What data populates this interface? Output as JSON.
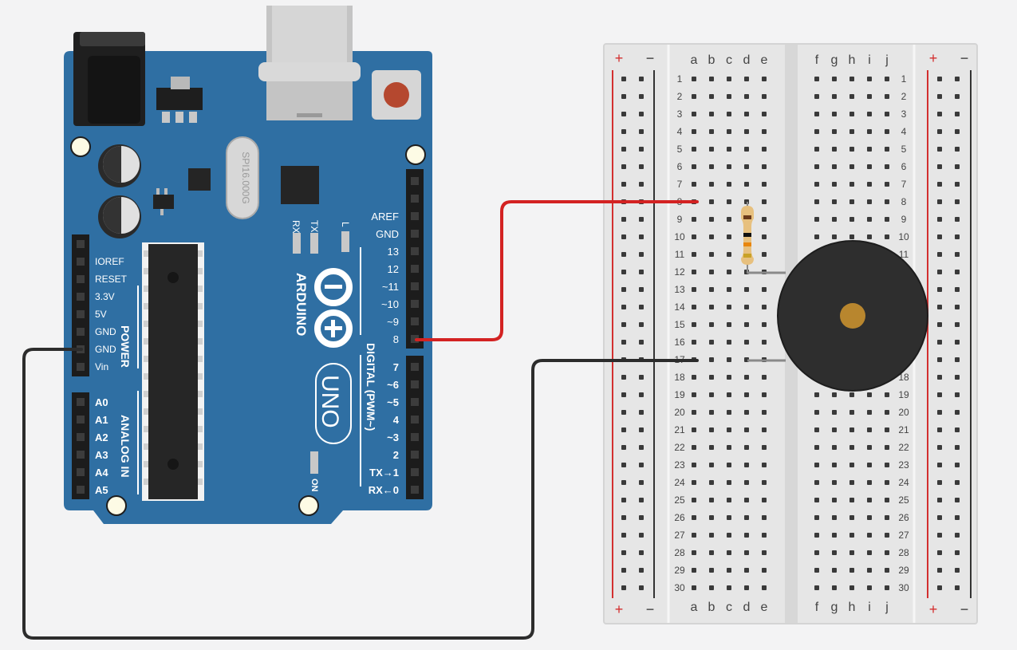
{
  "arduino": {
    "brand": "ARDUINO",
    "model": "UNO",
    "crystal": "SPI16.000G",
    "power_label": "POWER",
    "analog_label": "ANALOG IN",
    "digital_label": "DIGITAL (PWM~)",
    "led_rx": "RX",
    "led_tx": "TX",
    "led_l": "L",
    "on_label": "ON",
    "power_pins": [
      "IOREF",
      "RESET",
      "3.3V",
      "5V",
      "GND",
      "GND",
      "Vin"
    ],
    "analog_pins": [
      "A0",
      "A1",
      "A2",
      "A3",
      "A4",
      "A5"
    ],
    "digital_upper": [
      "AREF",
      "GND",
      "13",
      "12",
      "~11",
      "~10",
      "~9",
      "8"
    ],
    "digital_lower": [
      "7",
      "~6",
      "~5",
      "4",
      "~3",
      "2",
      "TX→1",
      "RX←0"
    ],
    "colors": {
      "board": "#2f6fa3",
      "board_dark": "#245b87",
      "silk": "#ffffff"
    }
  },
  "breadboard": {
    "plus": "+",
    "minus": "−",
    "left_cols": [
      "a",
      "b",
      "c",
      "d",
      "e"
    ],
    "right_cols": [
      "f",
      "g",
      "h",
      "i",
      "j"
    ],
    "rows": [
      "1",
      "2",
      "3",
      "4",
      "5",
      "6",
      "7",
      "8",
      "9",
      "10",
      "11",
      "12",
      "13",
      "14",
      "15",
      "16",
      "17",
      "18",
      "19",
      "20",
      "21",
      "22",
      "23",
      "24",
      "25",
      "26",
      "27",
      "28",
      "29",
      "30"
    ],
    "colors": {
      "body": "#e6e6e6",
      "hole": "#3a3a3a",
      "rail_plus": "#d32f2f",
      "rail_minus": "#333333"
    }
  },
  "components": {
    "resistor": {
      "bands": [
        "#6b3a1a",
        "#111111",
        "#e8860e",
        "#c9a227"
      ]
    },
    "buzzer": {
      "body": "#2e2e2e",
      "center": "#b8862e"
    }
  },
  "wires": {
    "signal": {
      "from": "8",
      "to": "a8",
      "color": "#d32222"
    },
    "ground": {
      "from": "GND",
      "to": "a17",
      "color": "#2c2c2c"
    }
  }
}
